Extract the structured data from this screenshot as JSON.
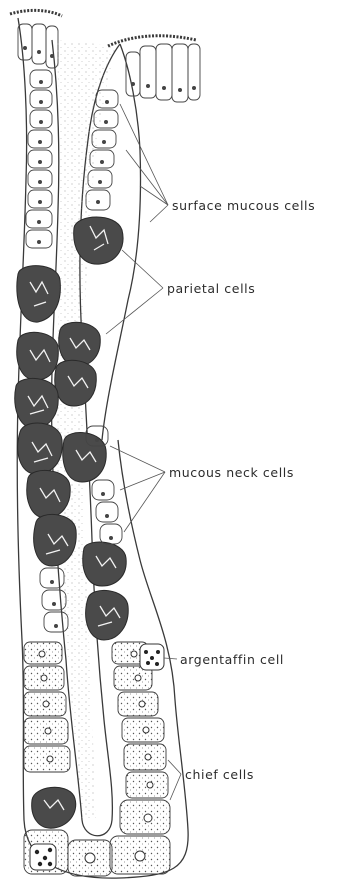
{
  "labels": {
    "surface_mucous_cells": "surface mucous cells",
    "parietal_cells": "parietal cells",
    "mucous_neck_cells": "mucous neck cells",
    "argentaffin_cell": "argentaffin cell",
    "chief_cells": "chief cells"
  },
  "colors": {
    "ink": "#3a3a3a",
    "parietal_fill": "#4a4a4a",
    "chief_fill": "#d9d9d9",
    "background": "#ffffff"
  }
}
